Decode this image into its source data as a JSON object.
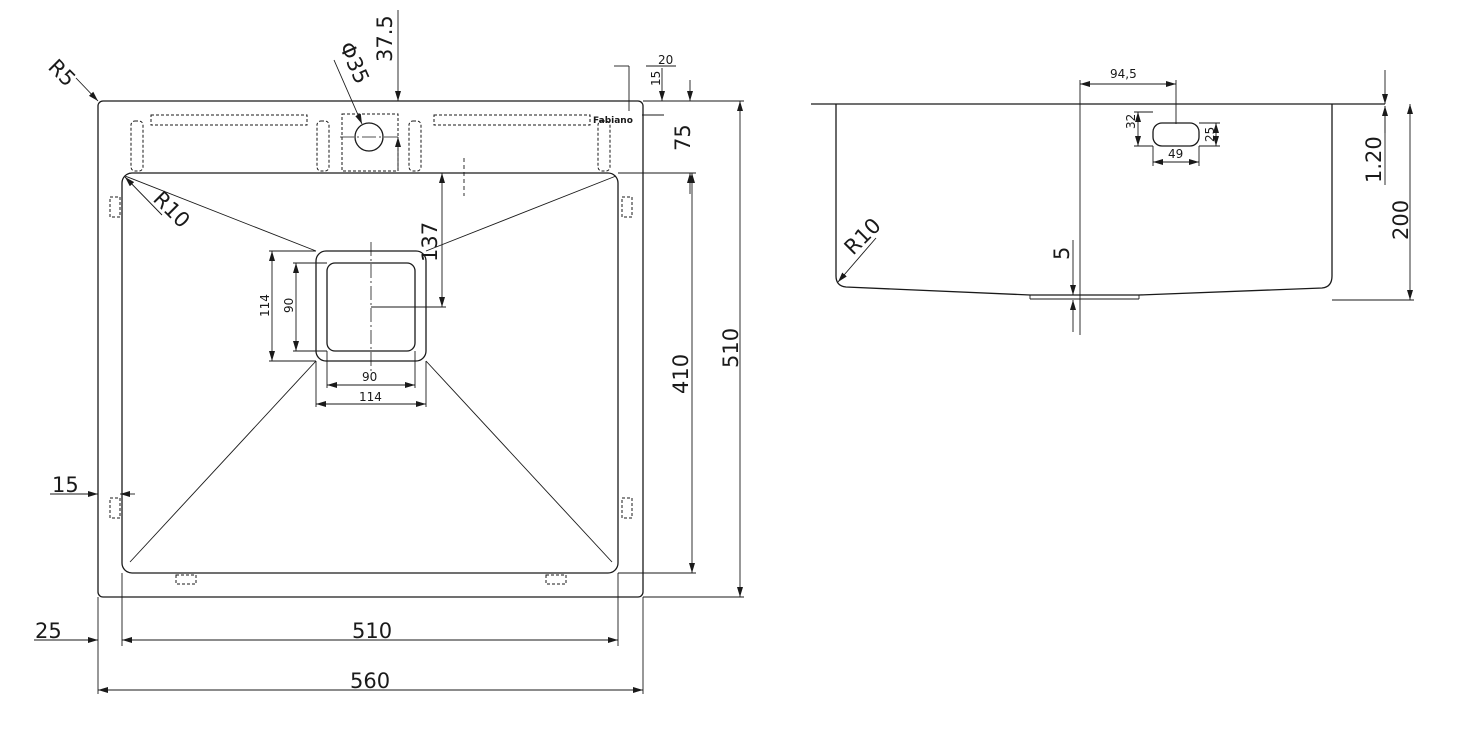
{
  "top_view": {
    "radius_corner": "R5",
    "radius_bowl": "R10",
    "hole_diameter": "Φ35",
    "hole_offset": "37.5",
    "edge_20": "20",
    "edge_15": "15",
    "deck_depth": "75",
    "drain_offset": "137",
    "drain_outer_h": "114",
    "drain_inner_h": "90",
    "drain_inner_w": "90",
    "drain_outer_w": "114",
    "bowl_depth": "410",
    "total_depth": "510",
    "clip_offset": "15",
    "left_margin": "25",
    "bowl_width": "510",
    "total_width": "560",
    "brand": "Fabiano"
  },
  "side_view": {
    "overflow_offset": "94,5",
    "overflow_h_outer": "32",
    "overflow_h_inner": "25",
    "overflow_w": "49",
    "top_thickness": "1.20",
    "height": "200",
    "radius": "R10",
    "slope": "5"
  },
  "colors": {
    "line": "#1a1a1a",
    "background": "#ffffff"
  }
}
